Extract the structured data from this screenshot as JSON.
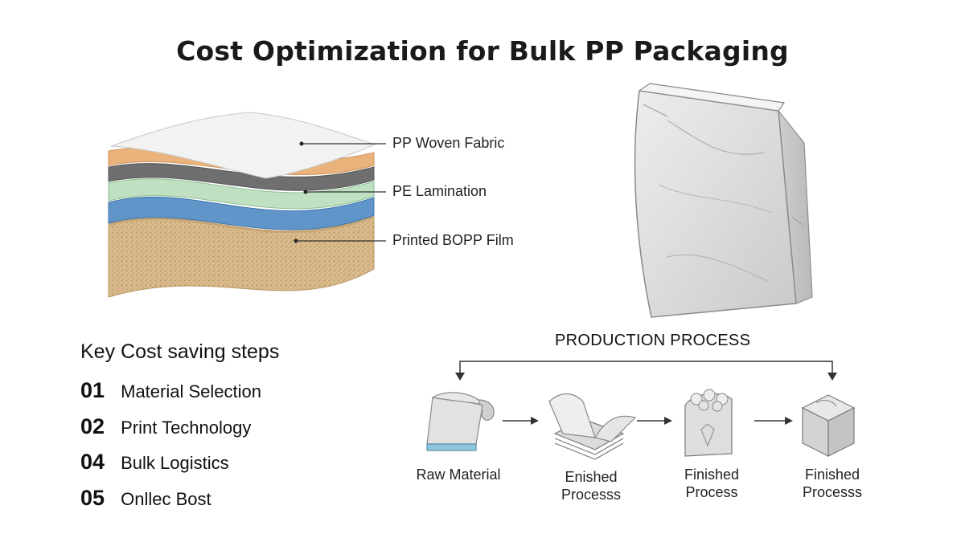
{
  "title": "Cost Optimization for Bulk PP Packaging",
  "layers": {
    "pp_woven": "PP Woven Fabric",
    "pe_lamination": "PE Lamination",
    "bopp_film": "Printed BOPP Film"
  },
  "steps": {
    "heading": "Key Cost saving steps",
    "items": [
      {
        "num": "01",
        "label": "Material Selection"
      },
      {
        "num": "02",
        "label": "Print Technology"
      },
      {
        "num": "04",
        "label": "Bulk Logistics"
      },
      {
        "num": "05",
        "label": "Onllec Bost"
      }
    ]
  },
  "process": {
    "heading": "PRODUCTION PROCESS",
    "stages": [
      {
        "line1": "Raw Material",
        "line2": ""
      },
      {
        "line1": "Enished",
        "line2": "Processs"
      },
      {
        "line1": "Finished",
        "line2": "Process"
      },
      {
        "line1": "Finished",
        "line2": "Processs"
      }
    ]
  },
  "colors": {
    "layer_white": "#f1f1f1",
    "layer_orange": "#eab27a",
    "layer_gray": "#6f6f6f",
    "layer_green": "#b9dcbc",
    "layer_blue": "#5f95c9",
    "layer_sand": "#d7b98a"
  }
}
